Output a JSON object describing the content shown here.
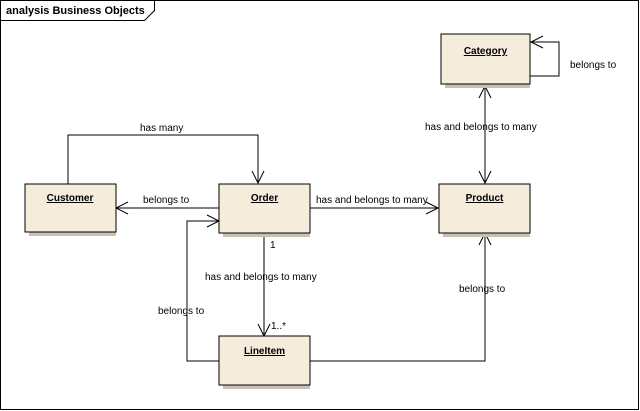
{
  "diagram": {
    "frame_title": "analysis Business Objects",
    "classes": {
      "category": "Category",
      "customer": "Customer",
      "order": "Order",
      "product": "Product",
      "lineitem": "LineItem"
    },
    "labels": {
      "category_self": "belongs to",
      "category_product": "has and belongs to many",
      "customer_order": "has many",
      "order_customer": "belongs to",
      "order_product": "has and belongs to many",
      "order_lineitem": "has and belongs to many",
      "lineitem_order": "belongs to",
      "lineitem_product": "belongs to"
    },
    "multiplicities": {
      "order_side": "1",
      "lineitem_side": "1..*"
    }
  }
}
